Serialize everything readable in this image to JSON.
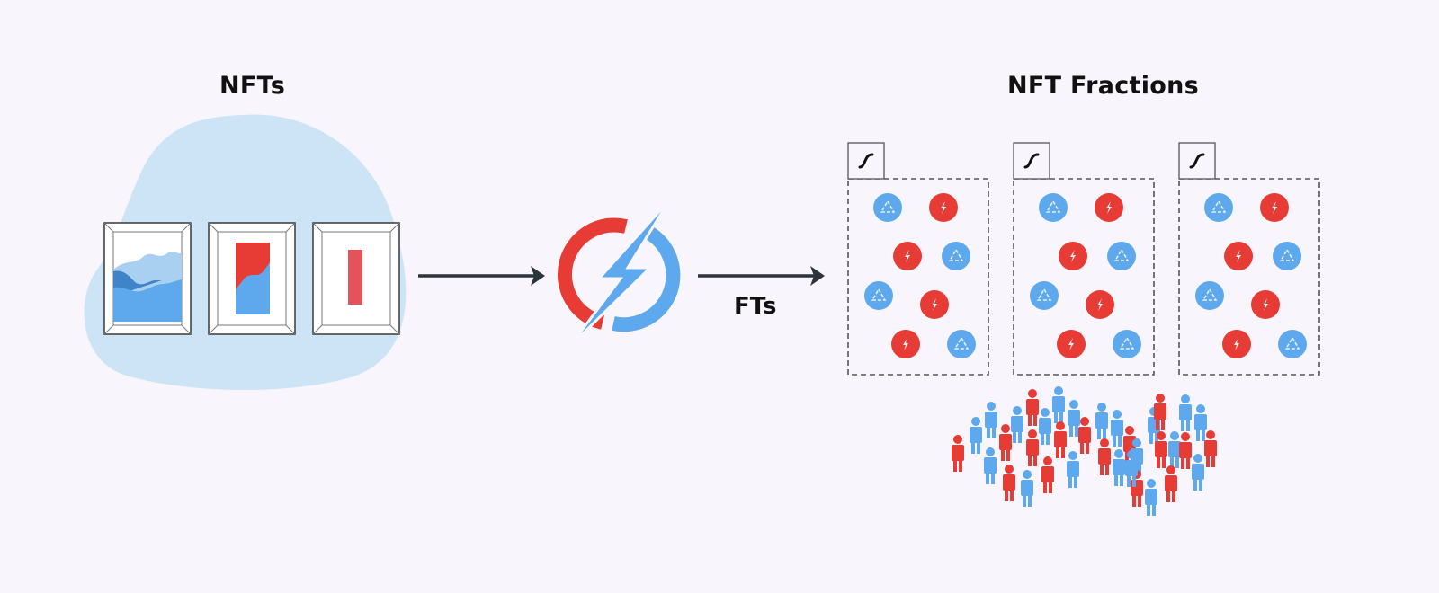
{
  "diagram": {
    "left_title": "NFTs",
    "right_title": "NFT Fractions",
    "arrow_label": "FTs",
    "colors": {
      "background": "#f8f6fc",
      "blob": "#cde4f6",
      "blue": "#5ea9ee",
      "dark_blue": "#3f84c6",
      "light_blue": "#a9d0f0",
      "red": "#e63c35",
      "pink_red": "#e4525a",
      "arrow": "#2b3438",
      "frame": "#444444"
    },
    "nodes": [
      {
        "id": "nfts",
        "label": "NFTs",
        "icon": "framed-artworks",
        "count": 3
      },
      {
        "id": "fractionalizer",
        "label": "",
        "icon": "lightning-power-icon"
      },
      {
        "id": "nft-fractions",
        "label": "NFT Fractions",
        "icon": "token-boxes",
        "count": 3
      }
    ],
    "edges": [
      {
        "from": "nfts",
        "to": "fractionalizer",
        "label": ""
      },
      {
        "from": "fractionalizer",
        "to": "nft-fractions",
        "label": "FTs"
      }
    ],
    "fraction_boxes": {
      "count": 3,
      "box_icon": "ethereum-s-icon",
      "tokens_per_box": [
        {
          "color": "blue",
          "icon": "recycle-icon"
        },
        {
          "color": "red",
          "icon": "bolt-icon"
        },
        {
          "color": "red",
          "icon": "bolt-icon"
        },
        {
          "color": "blue",
          "icon": "recycle-icon"
        },
        {
          "color": "blue",
          "icon": "recycle-icon"
        },
        {
          "color": "red",
          "icon": "bolt-icon"
        },
        {
          "color": "red",
          "icon": "bolt-icon"
        },
        {
          "color": "blue",
          "icon": "recycle-icon"
        }
      ]
    },
    "crowd": {
      "description": "crowd of token holders",
      "colors": [
        "red",
        "blue"
      ]
    }
  }
}
